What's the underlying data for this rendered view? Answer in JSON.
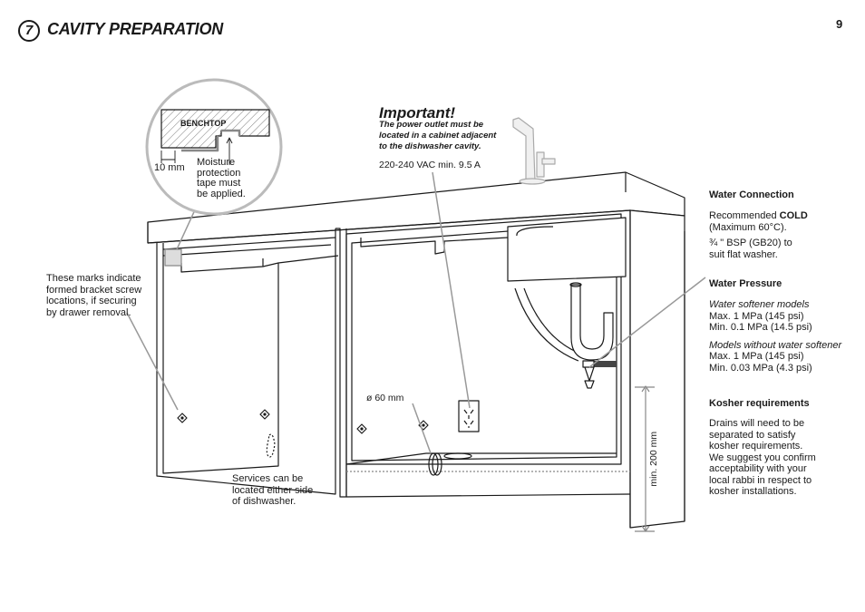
{
  "header": {
    "section_number": "7",
    "title": "CAVITY PREPARATION",
    "page_number": "9"
  },
  "inset": {
    "benchtop_label": "BENCHTOP",
    "gap_label": "10 mm",
    "moisture_note": [
      "Moisture",
      "protection",
      "tape must",
      "be applied."
    ]
  },
  "important": {
    "title": "Important!",
    "text": [
      "The power outlet must be",
      "located in a cabinet adjacent",
      "to the dishwasher cavity."
    ],
    "voltage": "220-240 VAC min. 9.5 A"
  },
  "left_notes": {
    "bracket_marks": [
      "These marks indicate",
      "formed bracket screw",
      "locations, if securing",
      "by drawer removal."
    ],
    "services": [
      "Services can be",
      "located either side",
      "of dishwasher."
    ]
  },
  "dimensions": {
    "hole": "ø 60 mm",
    "min_height": "min. 200 mm"
  },
  "water_connection": {
    "title": "Water Connection",
    "recommended_prefix": "Recommended ",
    "recommended_bold": "COLD",
    "max_temp": "(Maximum 60°C).",
    "thread": [
      "¾ \" BSP (GB20) to",
      "suit flat washer."
    ]
  },
  "water_pressure": {
    "title": "Water Pressure",
    "softener_heading": "Water softener models",
    "softener_max": "Max. 1 MPa (145 psi)",
    "softener_min": "Min.  0.1 MPa (14.5 psi)",
    "no_softener_heading": "Models without water softener",
    "no_softener_max": "Max. 1 MPa (145 psi)",
    "no_softener_min": "Min.  0.03 MPa (4.3 psi)"
  },
  "kosher": {
    "title": "Kosher requirements",
    "text": [
      "Drains will need to be",
      "separated to satisfy",
      "kosher requirements.",
      "We suggest you confirm",
      "acceptability with your",
      "local rabbi in respect to",
      "kosher installations."
    ]
  }
}
